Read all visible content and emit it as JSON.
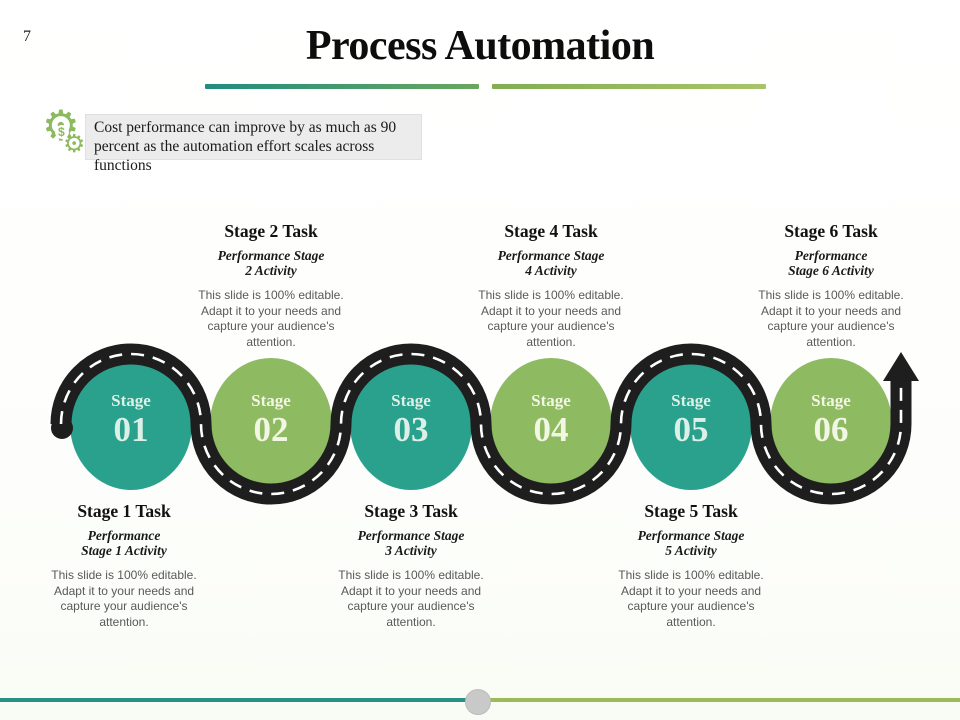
{
  "slide": {
    "page_number": "7",
    "title": "Process Automation"
  },
  "callout": {
    "line1": "Cost performance can improve by as much as 90",
    "line2": "percent as the automation effort scales across functions",
    "icon": "gears-dollar-icon"
  },
  "stages": [
    {
      "label": "Stage",
      "number": "01",
      "color": "#2aa18d",
      "task_title": "Stage 1 Task",
      "subtitle_line1": "Performance",
      "subtitle_line2": "Stage 1 Activity",
      "body": "This slide is 100% editable. Adapt it to your needs and capture your audience's attention.",
      "text_position": "below"
    },
    {
      "label": "Stage",
      "number": "02",
      "color": "#8eba62",
      "task_title": "Stage 2 Task",
      "subtitle_line1": "Performance Stage",
      "subtitle_line2": "2 Activity",
      "body": "This slide is 100% editable. Adapt it to your needs and capture your audience's attention.",
      "text_position": "above"
    },
    {
      "label": "Stage",
      "number": "03",
      "color": "#2aa18d",
      "task_title": "Stage 3 Task",
      "subtitle_line1": "Performance Stage",
      "subtitle_line2": "3 Activity",
      "body": "This slide is 100% editable. Adapt it to your needs and capture your audience's attention.",
      "text_position": "below"
    },
    {
      "label": "Stage",
      "number": "04",
      "color": "#8eba62",
      "task_title": "Stage 4 Task",
      "subtitle_line1": "Performance Stage",
      "subtitle_line2": "4 Activity",
      "body": "This slide is 100% editable. Adapt it to your needs and capture your audience's attention.",
      "text_position": "above"
    },
    {
      "label": "Stage",
      "number": "05",
      "color": "#2aa18d",
      "task_title": "Stage 5 Task",
      "subtitle_line1": "Performance Stage",
      "subtitle_line2": "5 Activity",
      "body": "This slide is 100% editable. Adapt it to your needs and capture your audience's attention.",
      "text_position": "below"
    },
    {
      "label": "Stage",
      "number": "06",
      "color": "#8eba62",
      "task_title": "Stage 6 Task",
      "subtitle_line1": "Performance",
      "subtitle_line2": "Stage 6 Activity",
      "body": "This slide is 100% editable. Adapt it to your needs and capture your audience's attention.",
      "text_position": "above"
    }
  ],
  "colors": {
    "teal_circle": "#2aa18d",
    "green_circle": "#8eba62",
    "road": "#1e1e1e",
    "road_dash": "#ffffff",
    "bar_left_gradient": [
      "#1f8d7e",
      "#6aa75f"
    ],
    "bar_right_gradient": [
      "#82ad52",
      "#a9c46a"
    ],
    "footer_teal": "#2a9184",
    "footer_green": "#9cba57",
    "footer_dot": "#c9c9c9",
    "callout_bg": "#ececec",
    "gear_green": "#8cba5e",
    "body_text": "#595959"
  }
}
